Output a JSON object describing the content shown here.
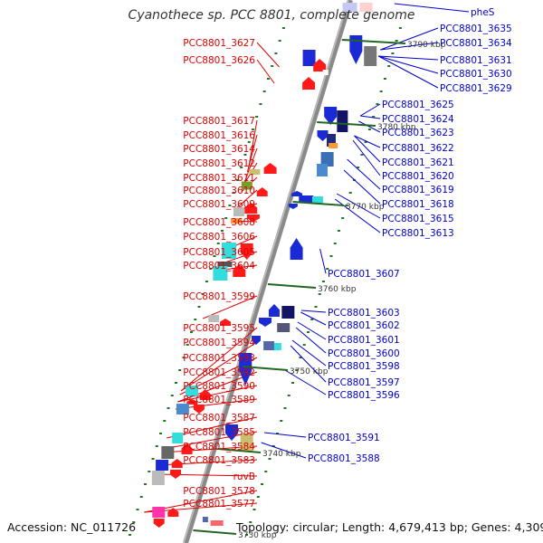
{
  "title": "Cyanothece sp. PCC 8801, complete genome",
  "footer": {
    "accession": "Accession: NC_011726",
    "topology": "Topology: circular; Length: 4,679,413 bp; Genes: 4,309"
  },
  "colors": {
    "left_label": "#dd0000",
    "right_label": "#0000cc",
    "backbone": "#888888",
    "tick": "#227722"
  },
  "kbp_markers": [
    "3790 kbp",
    "3780 kbp",
    "3770 kbp",
    "3760 kbp",
    "3750 kbp",
    "3740 kbp",
    "3730 kbp"
  ],
  "left_labels": [
    "PCC8801_3627",
    "PCC8801_3626",
    "PCC8801_3617",
    "PCC8801_3616",
    "PCC8801_3614",
    "PCC8801_3612",
    "PCC8801_3611",
    "PCC8801_3610",
    "PCC8801_3609",
    "PCC8801_3608",
    "PCC8801_3606",
    "PCC8801_3605",
    "PCC8801_3604",
    "PCC8801_3599",
    "PCC8801_3595",
    "PCC8801_3594",
    "PCC8801_3593",
    "PCC8801_3592",
    "PCC8801_3590",
    "PCC8801_3589",
    "PCC8801_3587",
    "PCC8801_3585",
    "PCC8801_3584",
    "PCC8801_3583",
    "ruvB",
    "PCC8801_3578",
    "PCC8801_3577"
  ],
  "right_labels": [
    "pheS",
    "PCC8801_3635",
    "PCC8801_3634",
    "PCC8801_3631",
    "PCC8801_3630",
    "PCC8801_3629",
    "PCC8801_3625",
    "PCC8801_3624",
    "PCC8801_3623",
    "PCC8801_3622",
    "PCC8801_3621",
    "PCC8801_3620",
    "PCC8801_3619",
    "PCC8801_3618",
    "PCC8801_3615",
    "PCC8801_3613",
    "PCC8801_3607",
    "PCC8801_3603",
    "PCC8801_3602",
    "PCC8801_3601",
    "PCC8801_3600",
    "PCC8801_3598",
    "PCC8801_3597",
    "PCC8801_3596",
    "PCC8801_3591",
    "PCC8801_3588"
  ]
}
